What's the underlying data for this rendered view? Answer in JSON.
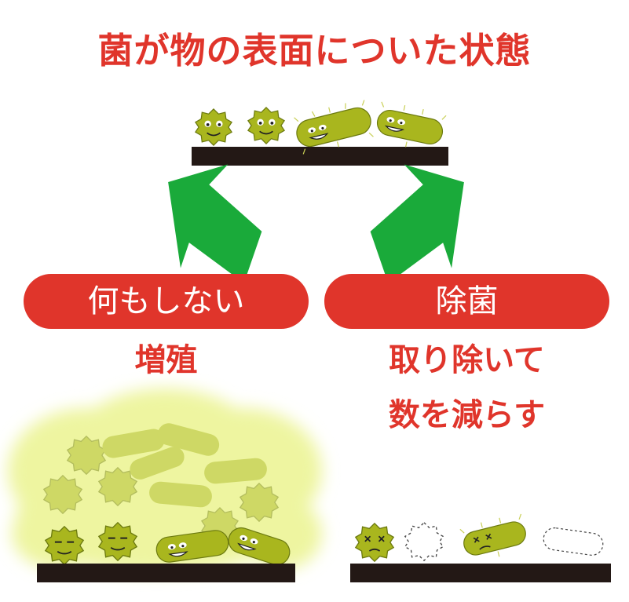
{
  "title": "菌が物の表面についた状態",
  "branches": {
    "left": {
      "label": "何もしない",
      "result": "増殖"
    },
    "right": {
      "label": "除菌",
      "result_line1": "取り除いて",
      "result_line2": "数を減らす"
    }
  },
  "colors": {
    "accent_red": "#e0352b",
    "arrow_green": "#1aaa3a",
    "germ_green": "#a9b61e",
    "surface_black": "#231815",
    "glow_yellow": "#eef5a0"
  }
}
